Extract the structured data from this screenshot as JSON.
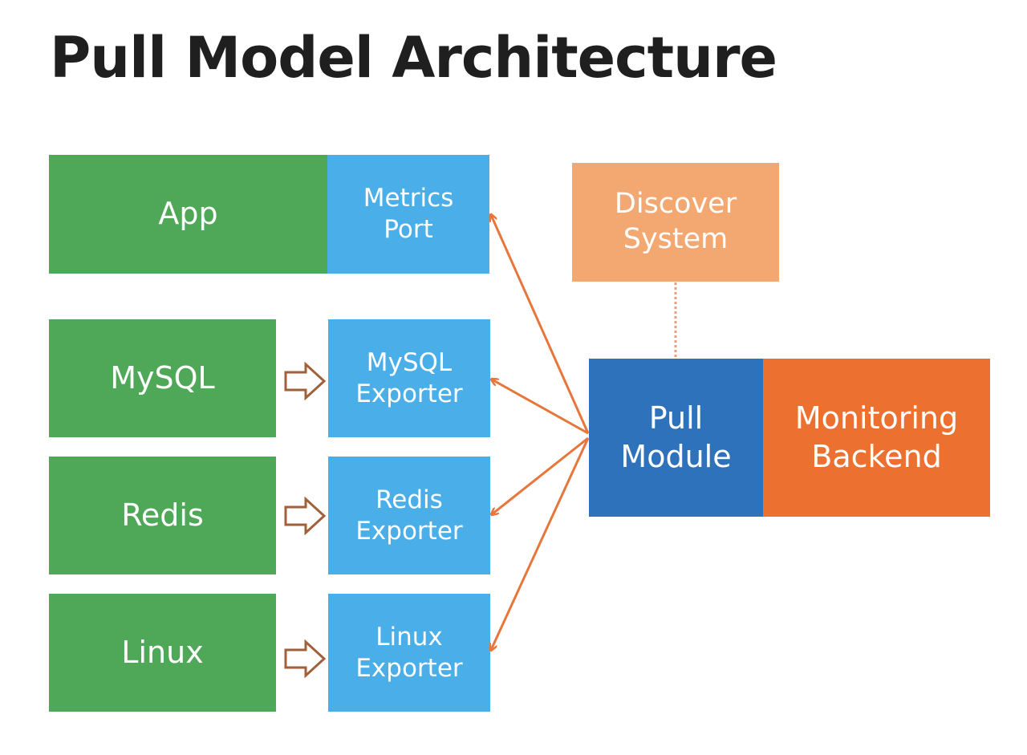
{
  "title": "Pull Model Architecture",
  "boxes": {
    "app": "App",
    "metrics_port": "Metrics\nPort",
    "mysql": "MySQL",
    "mysql_exporter": "MySQL\nExporter",
    "redis": "Redis",
    "redis_exporter": "Redis\nExporter",
    "linux": "Linux",
    "linux_exporter": "Linux\nExporter",
    "discover_system": "Discover\nSystem",
    "pull_module": "Pull\nModule",
    "monitoring_backend": "Monitoring\nBackend"
  },
  "colors": {
    "source": "#4fa857",
    "exporter": "#4aaee8",
    "discover": "#f3a771",
    "pull": "#2d72bb",
    "backend": "#ec7130",
    "arrow": "#e8763a",
    "hollow_arrow_stroke": "#a0603a"
  }
}
